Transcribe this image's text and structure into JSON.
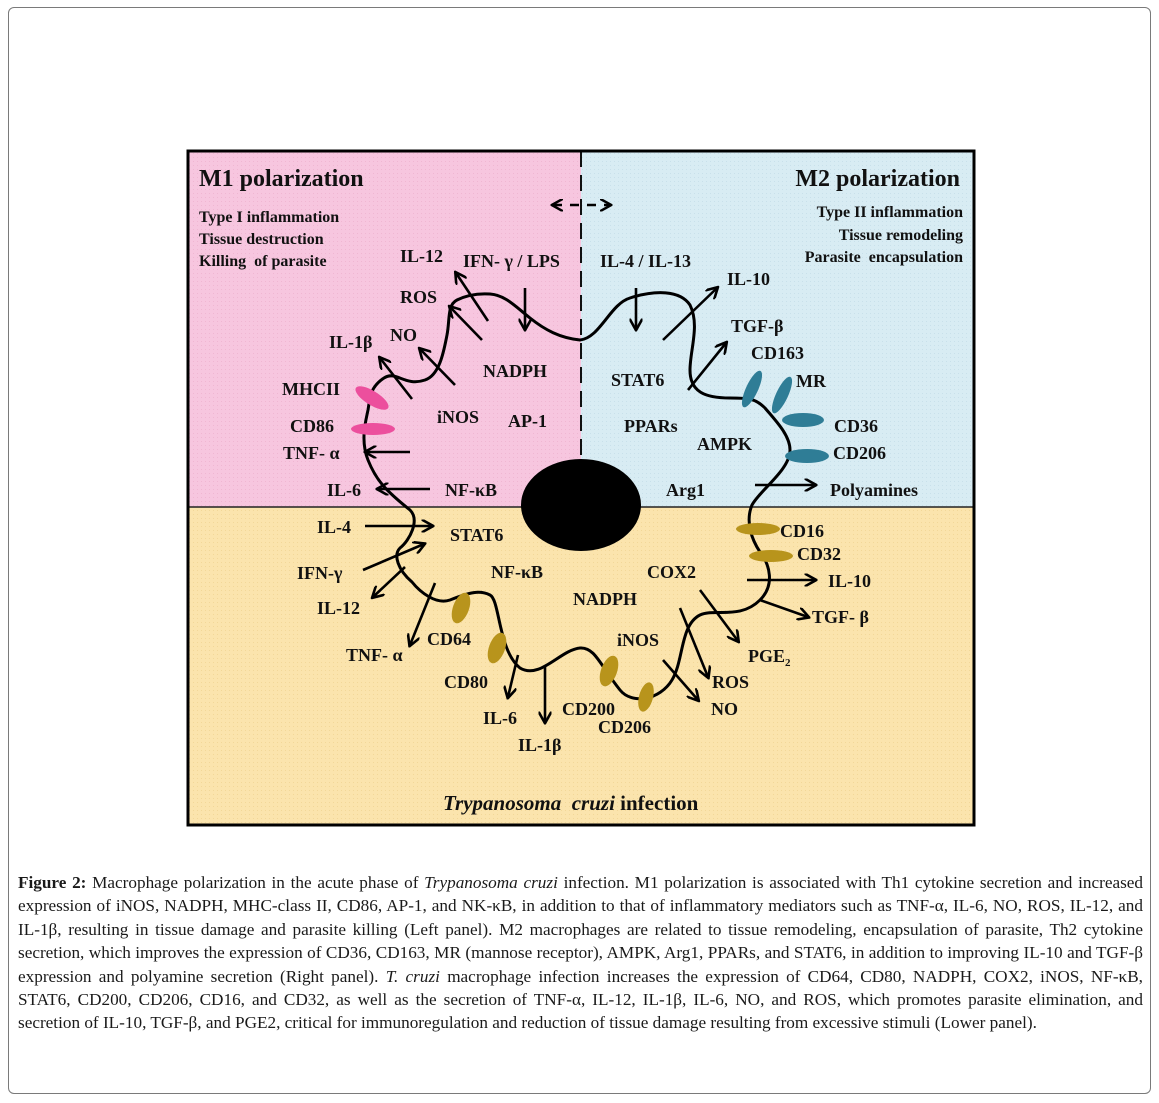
{
  "figure": {
    "m1_panel": {
      "title": "M1 polarization",
      "features": [
        "Type I inflammation",
        "Tissue destruction",
        "Killing  of parasite"
      ],
      "color": "#f7c4de",
      "stimulus": "IFN- γ / LPS",
      "secreted": [
        "IL-12",
        "ROS",
        "NO",
        "IL-1β",
        "TNF- α",
        "IL-6"
      ],
      "receptors": [
        "MHCII",
        "CD86"
      ],
      "receptor_color": "#ec4f9d",
      "internal": [
        "NADPH",
        "iNOS",
        "AP-1",
        "NF-κB"
      ]
    },
    "m2_panel": {
      "title": "M2 polarization",
      "features": [
        "Type II inflammation",
        "Tissue remodeling",
        "Parasite  encapsulation"
      ],
      "color": "#d7ebf2",
      "stimulus": "IL-4 / IL-13",
      "secreted": [
        "IL-10",
        "TGF-β",
        "Polyamines"
      ],
      "receptors": [
        "CD163",
        "MR",
        "CD36",
        "CD206"
      ],
      "receptor_color": "#2f7d96",
      "internal": [
        "STAT6",
        "PPARs",
        "AMPK",
        "Arg1"
      ]
    },
    "infection_panel": {
      "title_italic": "Trypanosoma  cruzi",
      "title_rest": "infection",
      "color": "#fbe4ad",
      "inputs": [
        "IL-4",
        "IFN-γ"
      ],
      "secreted": [
        "IL-12",
        "TNF- α",
        "IL-6",
        "IL-1β",
        "ROS",
        "NO",
        "PGE",
        "IL-10",
        "TGF- β"
      ],
      "pge_subscript": "2",
      "receptors": [
        "CD64",
        "CD80",
        "CD200",
        "CD206",
        "CD16",
        "CD32"
      ],
      "receptor_color": "#b8941c",
      "internal": [
        "STAT6",
        "NF-κB",
        "NADPH",
        "COX2",
        "iNOS"
      ]
    },
    "nucleus_color": "#000000"
  },
  "caption": {
    "label": "Figure 2:",
    "text_1": " Macrophage polarization in the acute phase of ",
    "italic_1": "Trypanosoma cruzi",
    "text_2": " infection. M1 polarization is associated with Th1 cytokine secretion and increased expression of iNOS, NADPH, MHC-class II, CD86, AP-1, and NK-κB, in addition to that of inflammatory mediators such as TNF-α, IL-6, NO, ROS, IL-12, and IL-1β, resulting in tissue damage and parasite killing (Left panel). M2 macrophages are related to tissue remodeling, encapsulation of parasite, Th2 cytokine secretion, which improves the expression of CD36, CD163, MR (mannose receptor), AMPK, Arg1, PPARs, and STAT6, in addition to improving IL-10 and TGF-β expression and polyamine secretion (Right panel). ",
    "italic_2": "T. cruzi",
    "text_3": " macrophage infection increases the expression of CD64, CD80, NADPH, COX2, iNOS, NF-κB, STAT6, CD200, CD206, CD16, and CD32, as well as the secretion of TNF-α, IL-12, IL-1β, IL-6, NO, and ROS, which promotes parasite elimination, and secretion of IL-10, TGF-β, and PGE2, critical for immunoregulation and reduction of tissue damage resulting from excessive stimuli (Lower panel)."
  }
}
